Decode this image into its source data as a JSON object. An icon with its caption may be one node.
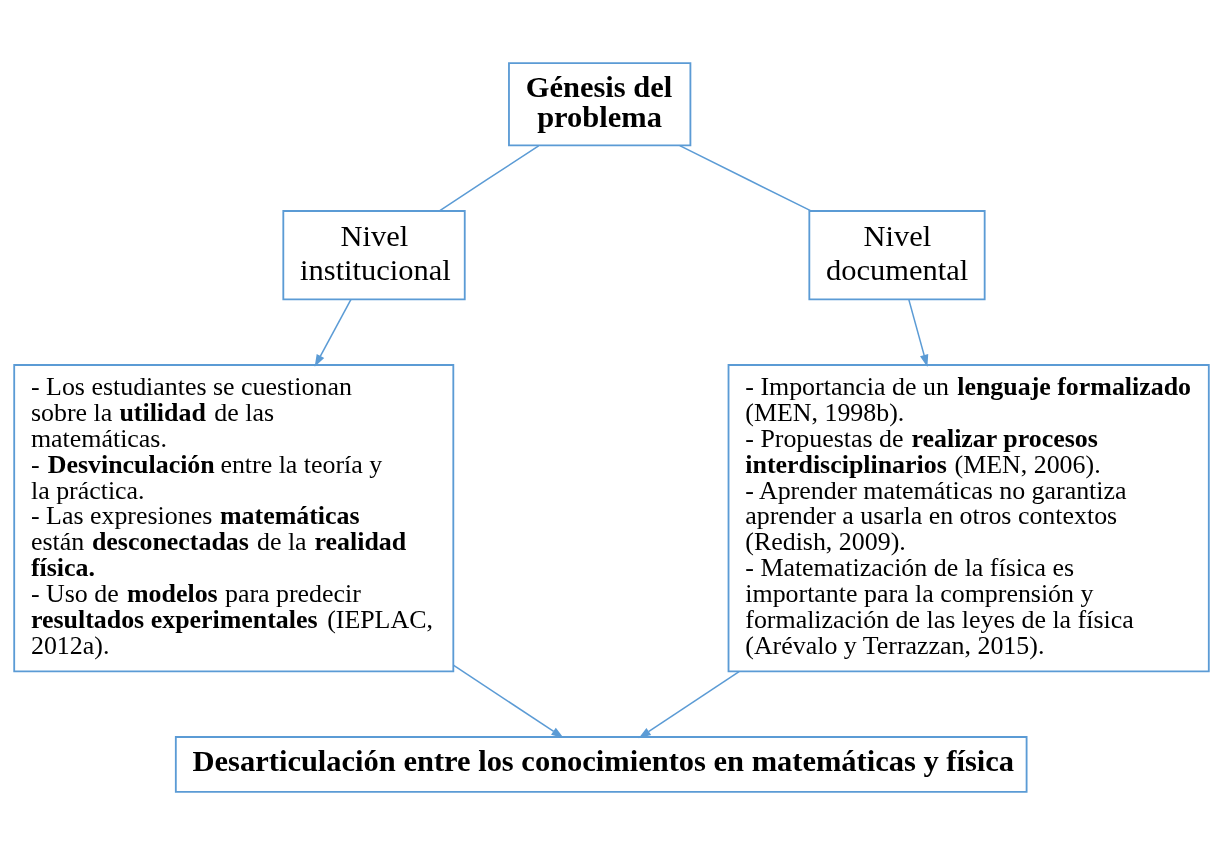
{
  "diagram": {
    "nodes": [
      {
        "text": [
          "Génesis del problema"
        ]
      },
      {
        "text": [
          "Nivel institucional"
        ]
      },
      {
        "text": [
          "Nivel documental"
        ]
      },
      {
        "text": [
          "- Los estudiantes se cuestionan sobre la **utilidad** de las matemáticas.",
          "- **Desvinculación** entre la teoría y la práctica.",
          "- Las expresiones **matemáticas** están **desconectadas** de la **realidad física.**",
          "- Uso de **modelos** para predecir **resultados experimentales** (IEPLAC, 2012a)."
        ]
      },
      {
        "text": [
          "- Importancia de un **lenguaje formalizado** (MEN, 1998b).",
          "- Propuestas de **realizar procesos interdisciplinarios** (MEN, 2006).",
          "- Aprender matemáticas no garantiza aprender a usarla en otros contextos (Redish, 2009).",
          "- Matematización de la física es importante para la comprensión y formalización de las leyes de la física (Arévalo y Terrazzan, 2015)."
        ]
      },
      {
        "text": [
          "Desarticulación entre los conocimientos en matemáticas y física"
        ]
      }
    ],
    "edges": [
      {
        "from": 0,
        "to": 1,
        "arrow": "none"
      },
      {
        "from": 0,
        "to": 2,
        "arrow": "none"
      },
      {
        "from": 1,
        "to": 3,
        "arrow": "to"
      },
      {
        "from": 2,
        "to": 4,
        "arrow": "to"
      },
      {
        "from": 3,
        "to": 5,
        "arrow": "to"
      },
      {
        "from": 4,
        "to": 5,
        "arrow": "to"
      }
    ]
  }
}
